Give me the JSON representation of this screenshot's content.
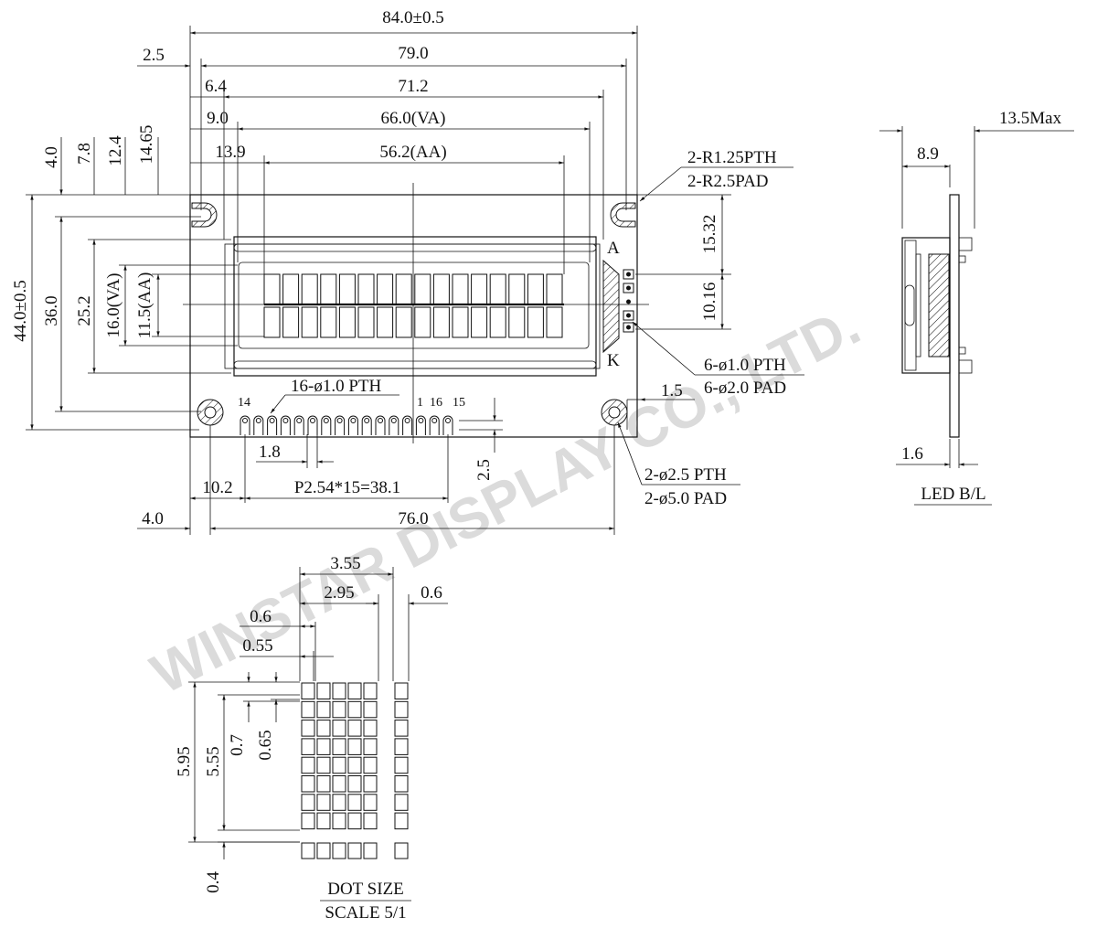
{
  "watermark": "WINSTAR DISPLAY CO., LTD.",
  "front_view": {
    "dims_top": {
      "overall_width": "84.0±0.5",
      "hole_pitch": "79.0",
      "hole_offset": "2.5",
      "module_offset": "6.4",
      "module_width": "71.2",
      "va_offset": "9.0",
      "va_width": "66.0(VA)",
      "aa_offset": "13.9",
      "aa_width": "56.2(AA)"
    },
    "dims_left": {
      "hole_offset": "4.0",
      "module_offset": "7.8",
      "va_offset": "12.4",
      "aa_offset": "14.65",
      "overall_height": "44.0±0.5",
      "hole_pitch": "36.0",
      "module_height": "25.2",
      "va_height": "16.0(VA)",
      "aa_height": "11.5(AA)"
    },
    "dims_right": {
      "led_offset": "15.32",
      "led_pitch": "10.16",
      "half_hole_pth": "2-R1.25PTH",
      "half_hole_pad": "2-R2.5PAD",
      "anode": "A",
      "cathode": "K",
      "led_pth": "6-ø1.0 PTH",
      "led_pad": "6-ø2.0 PAD",
      "hole_edge": "1.5",
      "hole_pth": "2-ø2.5 PTH",
      "hole_pad": "2-ø5.0 PAD"
    },
    "dims_bottom": {
      "pin_pth": "16-ø1.0 PTH",
      "pin_14": "14",
      "pin_1_16": "1  16",
      "pin_15": "15",
      "pin_gap": "1.8",
      "pin_edge": "2.5",
      "pin_offset": "10.2",
      "pin_pitch": "P2.54*15=38.1",
      "hole_offset": "4.0",
      "hole_pitch": "76.0"
    },
    "characters": {
      "columns": 16,
      "rows": 2
    }
  },
  "side_view": {
    "max_thickness": "13.5Max",
    "module_depth": "8.9",
    "pcb_thickness": "1.6",
    "title": "LED B/L"
  },
  "dot_detail": {
    "char_pitch_w": "3.55",
    "char_w": "2.95",
    "char_gap": "0.6",
    "dot_pitch_w": "0.6",
    "dot_w": "0.55",
    "char_pitch_h": "5.95",
    "char_h": "5.55",
    "dot_pitch_h": "0.7",
    "dot_h": "0.65",
    "cursor_gap": "0.4",
    "title": "DOT SIZE",
    "scale": "SCALE 5/1",
    "dot_columns": 5,
    "dot_rows": 8
  }
}
